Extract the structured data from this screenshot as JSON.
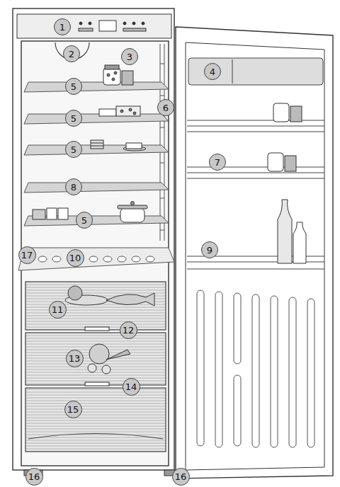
{
  "diagram": {
    "nodes": [
      {
        "text": [
          "1"
        ]
      },
      {
        "text": [
          "2"
        ]
      },
      {
        "text": [
          "3"
        ]
      },
      {
        "text": [
          "4"
        ]
      },
      {
        "text": [
          "5"
        ]
      },
      {
        "text": [
          "6"
        ]
      },
      {
        "text": [
          "5"
        ]
      },
      {
        "text": [
          "5"
        ]
      },
      {
        "text": [
          "7"
        ]
      },
      {
        "text": [
          "8"
        ]
      },
      {
        "text": [
          "5"
        ]
      },
      {
        "text": [
          "9"
        ]
      },
      {
        "text": [
          "17"
        ]
      },
      {
        "text": [
          "10"
        ]
      },
      {
        "text": [
          "11"
        ]
      },
      {
        "text": [
          "12"
        ]
      },
      {
        "text": [
          "13"
        ]
      },
      {
        "text": [
          "14"
        ]
      },
      {
        "text": [
          "15"
        ]
      },
      {
        "text": [
          "16"
        ]
      },
      {
        "text": [
          "16"
        ]
      }
    ]
  }
}
